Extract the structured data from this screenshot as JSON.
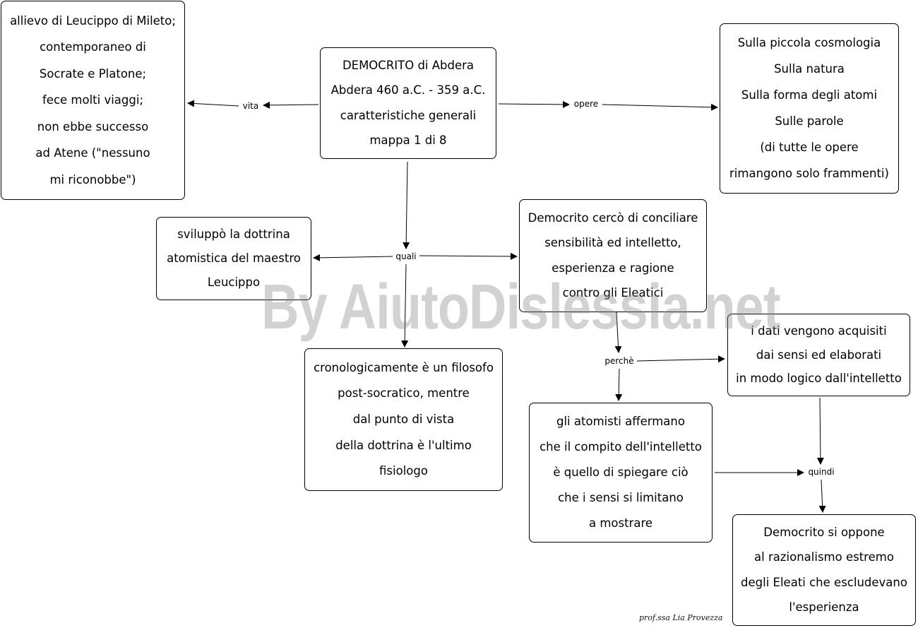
{
  "nodes": {
    "vita_details": [
      "allievo di Leucippo di Mileto;",
      "contemporaneo di",
      "Socrate e Platone;",
      "fece molti viaggi;",
      "non ebbe successo",
      "ad Atene (\"nessuno",
      "mi riconobbe\")"
    ],
    "center": [
      "DEMOCRITO di Abdera",
      "Abdera 460 a.C. - 359 a.C.",
      "caratteristiche generali",
      "mappa 1 di 8"
    ],
    "opere_list": [
      "Sulla piccola cosmologia",
      "Sulla natura",
      "Sulla forma degli atomi",
      "Sulle parole",
      "(di tutte le opere",
      "rimangono solo frammenti)"
    ],
    "dottrina": [
      "sviluppò la dottrina",
      "atomistica del maestro",
      "Leucippo"
    ],
    "conciliare": [
      "Democrito cercò di conciliare",
      "sensibilità ed intelletto,",
      "esperienza e ragione",
      "contro gli Eleatici"
    ],
    "cronologia": [
      "cronologicamente è un filosofo",
      "post-socratico, mentre",
      "dal punto di vista",
      "della dottrina è l'ultimo",
      "fisiologo"
    ],
    "sensi": [
      "i dati vengono acquisiti",
      "dai sensi ed elaborati",
      "in modo logico dall'intelletto"
    ],
    "atomisti": [
      "gli atomisti affermano",
      "che il compito dell'intelletto",
      "è quello di spiegare ciò",
      "che i sensi si limitano",
      "a mostrare"
    ],
    "opposizione": [
      "Democrito si oppone",
      "al razionalismo estremo",
      "degli Eleati che escludevano",
      "l'esperienza"
    ]
  },
  "links": {
    "vita": "vita",
    "opere": "opere",
    "quali": "quali",
    "perche": "perchè",
    "quindi": "quindi"
  },
  "watermark": "By AiutoDislessia.net",
  "credit": "prof.ssa Lia Provezza"
}
